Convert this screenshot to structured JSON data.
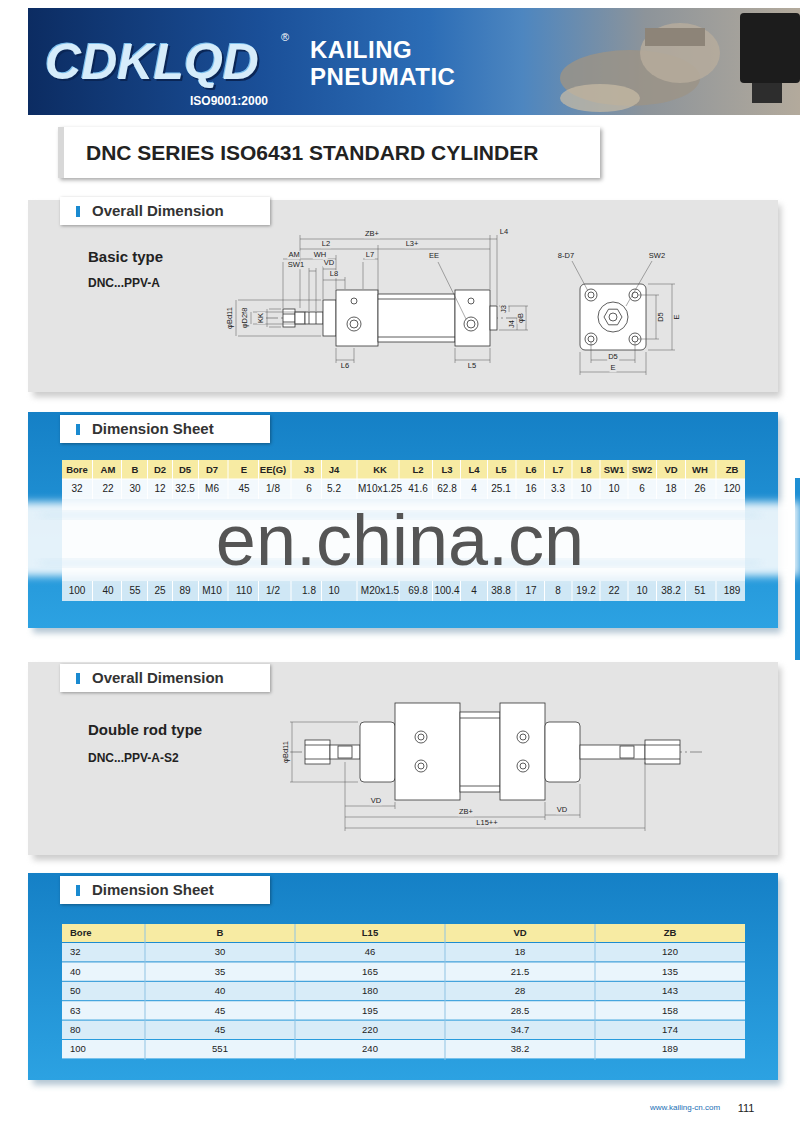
{
  "diagram": {
    "title": "DNC SERIES ISO6431 STANDARD CYLINDER",
    "nodes": [
      {
        "text": [
          "KAILING PNEUMATIC"
        ]
      },
      {
        "text": [
          "Overall Dimension"
        ]
      },
      {
        "text": [
          "Dimension Sheet"
        ]
      },
      {
        "text": [
          "Overall Dimension"
        ]
      },
      {
        "text": [
          "Dimension Sheet"
        ]
      }
    ],
    "labels": [
      "CDKLQD",
      "®",
      "ISO9001:2000",
      "Basic type",
      "DNC...PPV-A",
      "ZB+",
      "L4",
      "L2",
      "L3+",
      "AM",
      "WH",
      "SW1",
      "VD",
      "L8",
      "L7",
      "EE",
      "φBd11",
      "φD2f8",
      "KK",
      "J3",
      "J4",
      "φB",
      "L6",
      "L5",
      "8-D7",
      "SW2",
      "D5",
      "E",
      "D5",
      "E",
      "Bore",
      "AM",
      "B",
      "D2",
      "D5",
      "D7",
      "E",
      "EE(G)",
      "J3",
      "J4",
      "KK",
      "L2",
      "L3",
      "L4",
      "L5",
      "L6",
      "L7",
      "L8",
      "SW1",
      "SW2",
      "VD",
      "WH",
      "ZB",
      "32",
      "22",
      "30",
      "12",
      "32.5",
      "M6",
      "45",
      "1/8",
      "6",
      "5.2",
      "M10x1.25",
      "41.6",
      "62.8",
      "4",
      "25.1",
      "16",
      "3.3",
      "10",
      "10",
      "6",
      "18",
      "26",
      "120",
      "100",
      "40",
      "55",
      "25",
      "89",
      "M10",
      "110",
      "1/2",
      "1.8",
      "10",
      "M20x1.5",
      "69.8",
      "100.4",
      "4",
      "38.8",
      "17",
      "8",
      "19.2",
      "22",
      "10",
      "38.2",
      "51",
      "189",
      "en.china.cn",
      "Double rod type",
      "DNC...PPV-A-S2",
      "φBd11",
      "VD",
      "ZB+",
      "VD",
      "L15++",
      "Bore",
      "B",
      "L15",
      "VD",
      "ZB",
      "32",
      "30",
      "46",
      "18",
      "120",
      "40",
      "35",
      "165",
      "21.5",
      "135",
      "50",
      "40",
      "180",
      "28",
      "143",
      "63",
      "45",
      "195",
      "28.5",
      "158",
      "80",
      "45",
      "220",
      "34.7",
      "174",
      "100",
      "551",
      "240",
      "38.2",
      "189",
      "www.kailing-cn.com",
      "111"
    ]
  }
}
